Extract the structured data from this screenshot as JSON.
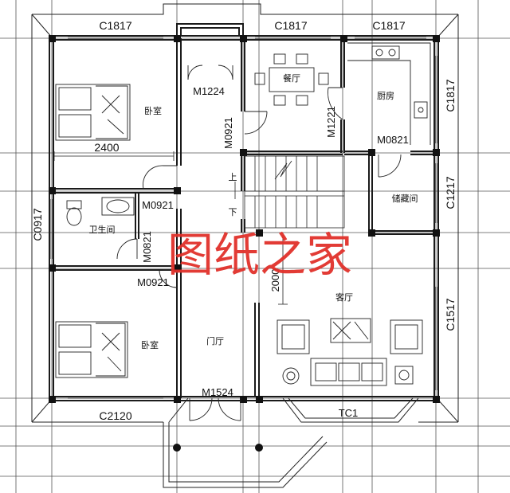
{
  "labels": {
    "c1817_top_left": "C1817",
    "c1817_top_mid": "C1817",
    "c1817_top_right": "C1817",
    "c1817_right": "C1817",
    "c1217_right": "C1217",
    "c1517_right": "C1517",
    "c0917_left": "C0917",
    "c2120_bottom": "C2120",
    "m1224": "M1224",
    "m0921_dining": "M0921",
    "m1221": "M1221",
    "m0821": "M0821",
    "m0921_bath": "M0921",
    "m0821_bath_side": "M0821",
    "m0921_bedroom2": "M0921",
    "m1524": "M1524",
    "tc1": "TC1",
    "dim_2400": "2400",
    "dim_2000": "2000",
    "up": "上",
    "down": "下"
  },
  "rooms": {
    "bedroom_top": "卧室",
    "bedroom_bottom": "卧室",
    "dining": "餐厅",
    "kitchen": "厨房",
    "bathroom": "卫生间",
    "storage": "储藏间",
    "living": "客厅",
    "foyer": "门厅"
  },
  "watermark": "图纸之家",
  "colors": {
    "wall": "#1a1a1a",
    "line": "#222222",
    "grid": "#444444",
    "watermark": "#e0302a"
  }
}
